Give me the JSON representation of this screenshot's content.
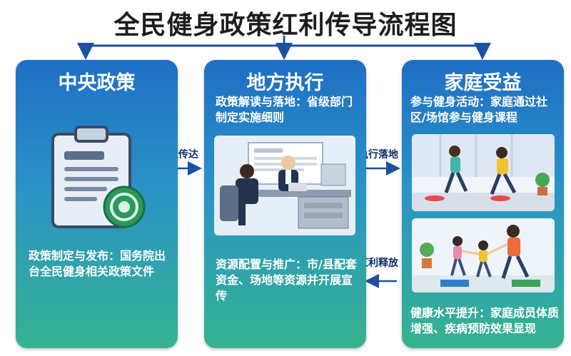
{
  "title": "全民健身政策红利传导流程图",
  "panels": [
    {
      "heading": "中央政策",
      "illustration": "clipboard-document-icon",
      "text": "政策制定与发布：国务院出台全民健身相关政策文件"
    },
    {
      "heading": "地方执行",
      "top_text": "政策解读与落地：省级部门制定实施细则",
      "illustration": "office-meeting-illustration",
      "bottom_text": "资源配置与推广：市/县配套资金、场地等资源并开展宣传"
    },
    {
      "heading": "家庭受益",
      "top_text": "参与健身活动：家庭通过社区/场馆参与健身课程",
      "illustration_1": "family-jogging-illustration",
      "illustration_2": "family-running-together-illustration",
      "bottom_text": "健康水平提升：家庭成员体质增强、疾病预防效果显现"
    }
  ],
  "flows": {
    "policy_transmit": "政策传达",
    "execute_landing": "执行落地",
    "dividend_release": "红利释放"
  },
  "colors": {
    "panel_top": "#1f6fc4",
    "panel_bottom": "#35b38f",
    "arrow": "#1e4fa0"
  }
}
